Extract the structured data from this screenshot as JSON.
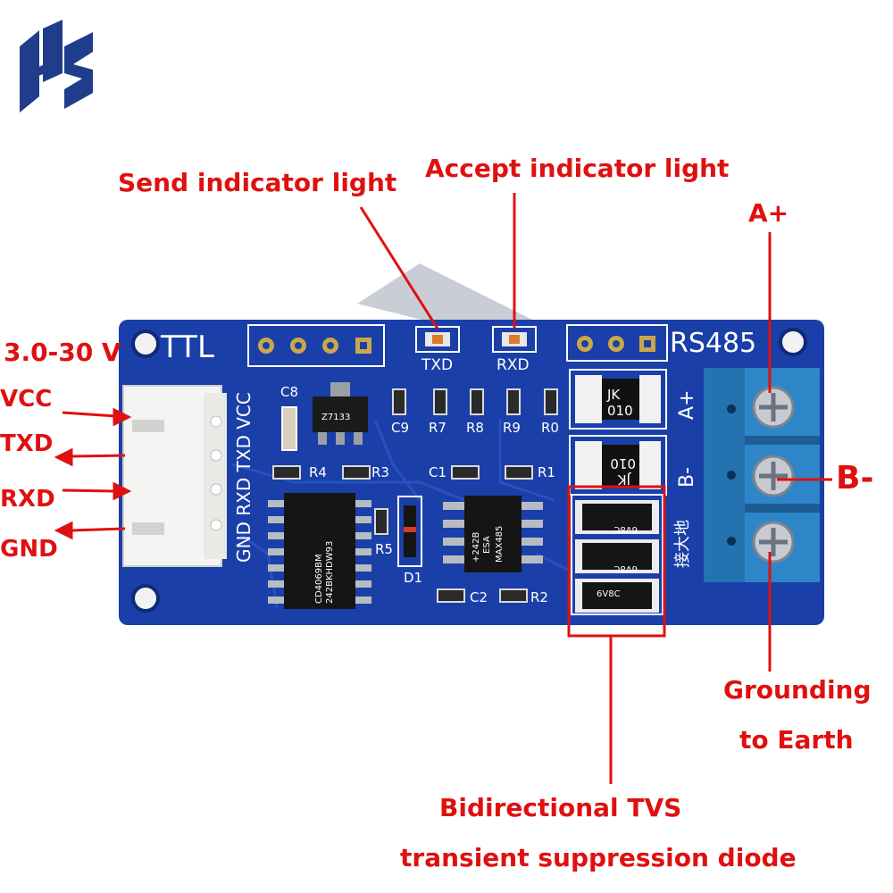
{
  "callouts": {
    "send_indicator": "Send indicator light",
    "accept_indicator": "Accept indicator light",
    "a_plus": "A+",
    "b_minus": "B-",
    "grounding_line1": "Grounding",
    "grounding_line2": "to Earth",
    "tvs_line1": "Bidirectional TVS",
    "tvs_line2": "transient suppression diode",
    "voltage": "3.0-30 V"
  },
  "pins": {
    "vcc": "VCC",
    "txd": "TXD",
    "rxd": "RXD",
    "gnd": "GND"
  },
  "board": {
    "ttl_label": "TTL",
    "rs485_label": "RS485",
    "txd_led": "TXD",
    "rxd_led": "RXD",
    "header_pins": "GND RXD TXD VCC",
    "terminal_a": "A+",
    "terminal_b": "B-",
    "terminal_ground": "接大地",
    "fuse_marking_code": "JK",
    "fuse_marking_value": "010",
    "ic_main": "MAX485",
    "ic_main_sub": "ESA",
    "ic_main_code": "+242B",
    "ic_logic": "CD4069BM",
    "ic_logic_code": "242BKHDW93",
    "regulator": "Z7133",
    "tvs_marking": "6V8C",
    "labels": {
      "c8": "C8",
      "c9": "C9",
      "c1": "C1",
      "c2": "C2",
      "r0": "R0",
      "r1": "R1",
      "r2": "R2",
      "r3": "R3",
      "r4": "R4",
      "r5": "R5",
      "r7": "R7",
      "r8": "R8",
      "r9": "R9",
      "d1": "D1"
    }
  },
  "colors": {
    "pcb": "#1a3fa8",
    "callout": "#e01010",
    "terminal_block": "#2e86c9"
  }
}
